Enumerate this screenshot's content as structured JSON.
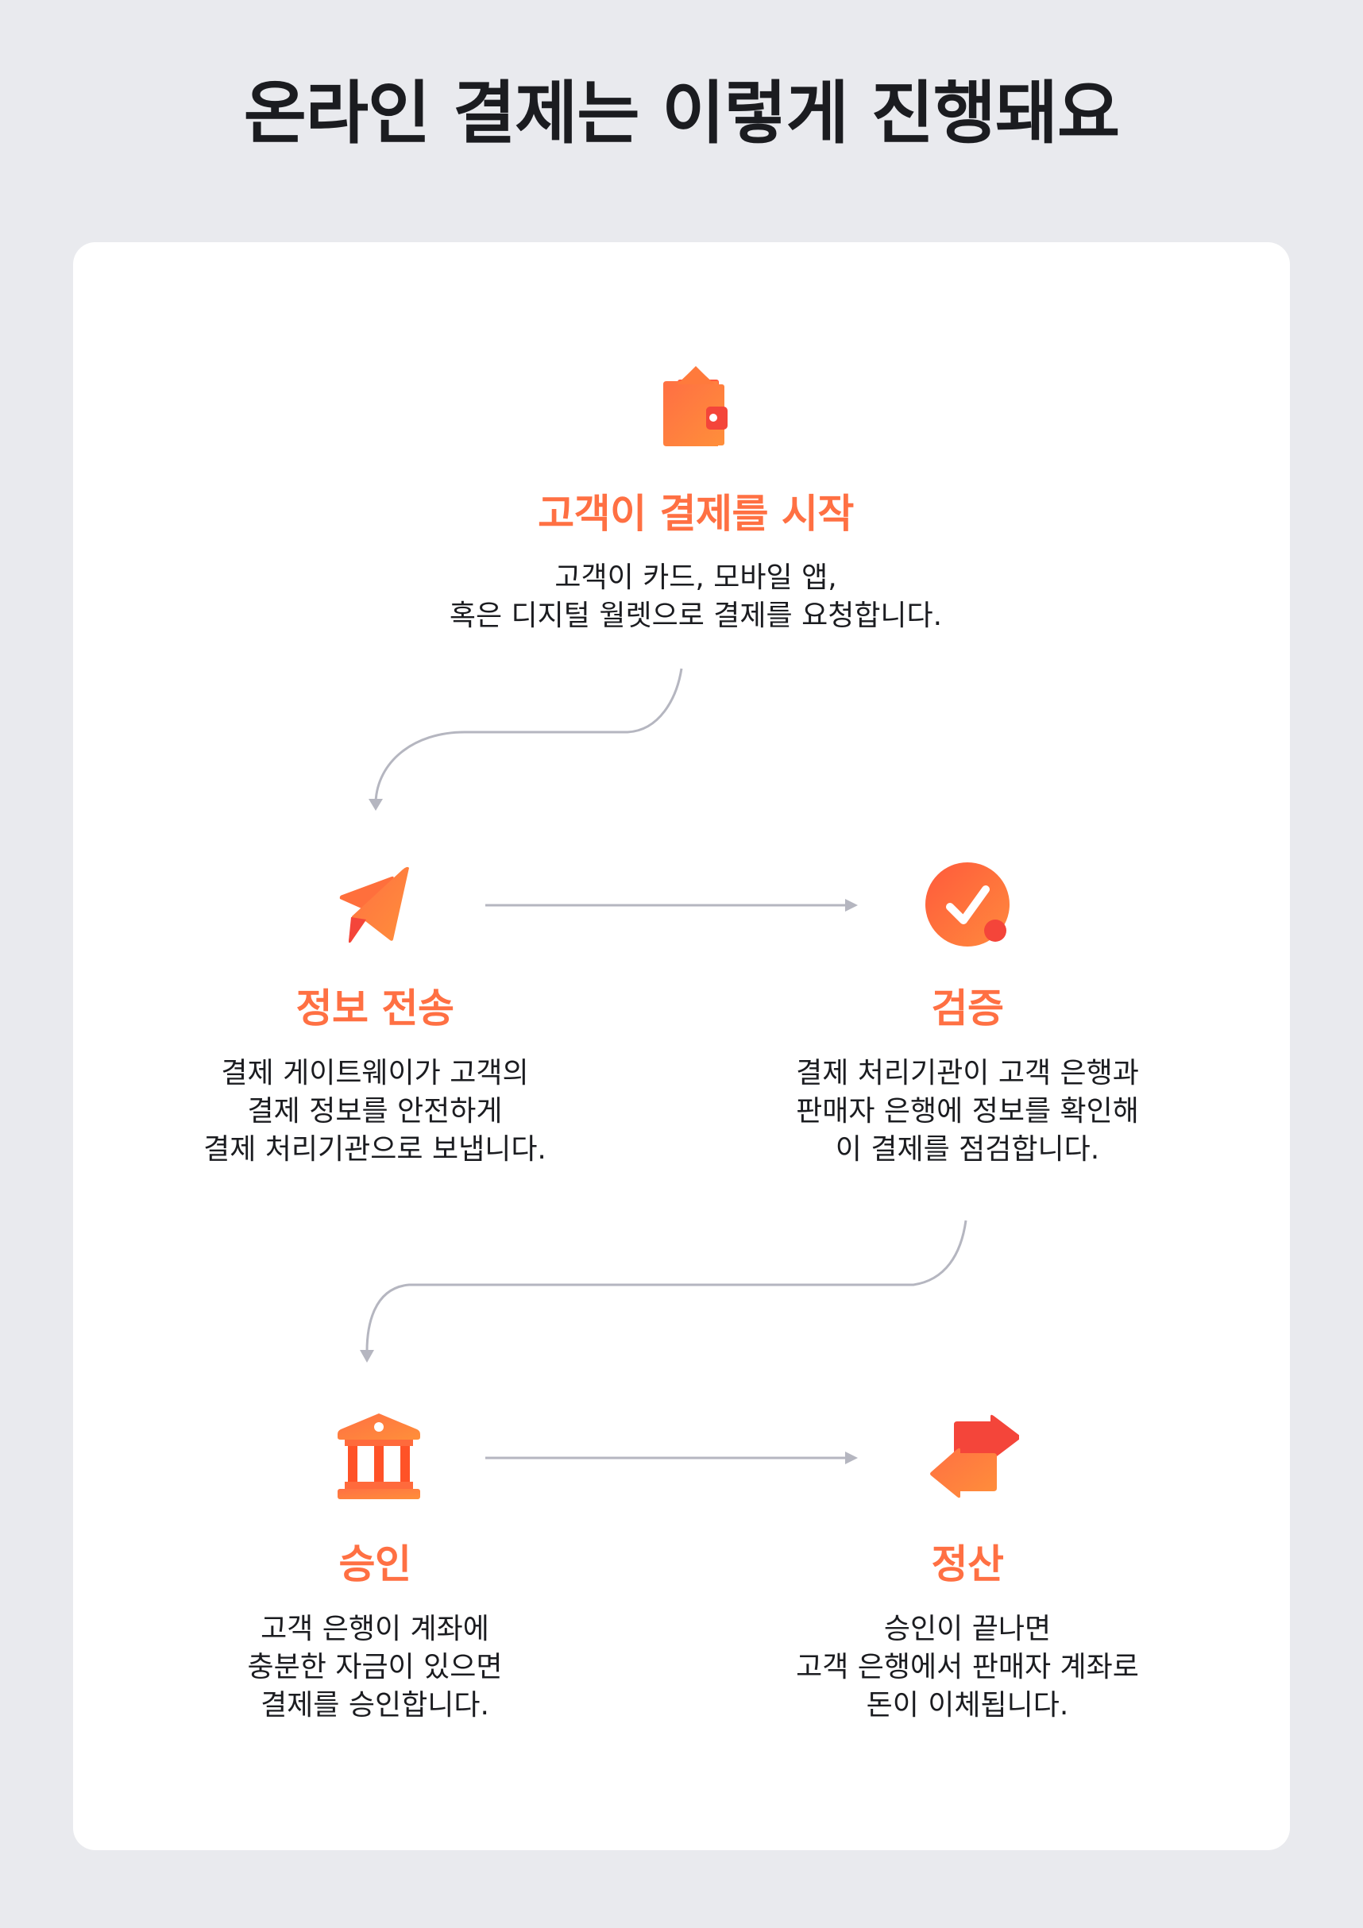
{
  "header": {
    "title": "온라인 결제는 이렇게 진행돼요"
  },
  "colors": {
    "page_background": "#e9eaee",
    "card_background": "#ffffff",
    "accent": "#ff7043",
    "accent_deep": "#f4453a",
    "text": "#1b1c20",
    "connector": "#b5b6c0"
  },
  "steps": [
    {
      "icon": "wallet-icon",
      "title": "고객이 결제를 시작",
      "description": "고객이 카드, 모바일 앱,\n혹은 디지털 월렛으로 결제를 요청합니다."
    },
    {
      "icon": "paper-plane-icon",
      "title": "정보 전송",
      "description": "결제 게이트웨이가 고객의\n결제 정보를 안전하게\n결제 처리기관으로 보냅니다."
    },
    {
      "icon": "check-circle-icon",
      "title": "검증",
      "description": "결제 처리기관이 고객 은행과\n판매자 은행에 정보를 확인해\n이 결제를 점검합니다."
    },
    {
      "icon": "bank-icon",
      "title": "승인",
      "description": "고객 은행이 계좌에\n충분한 자금이 있으면\n결제를 승인합니다."
    },
    {
      "icon": "transfer-arrows-icon",
      "title": "정산",
      "description": "승인이 끝나면\n고객 은행에서  판매자 계좌로\n돈이 이체됩니다."
    }
  ],
  "connectors": [
    {
      "from": "고객이 결제를 시작",
      "to": "정보 전송",
      "type": "curved-arrow"
    },
    {
      "from": "정보 전송",
      "to": "검증",
      "type": "straight-arrow"
    },
    {
      "from": "검증",
      "to": "승인",
      "type": "curved-arrow"
    },
    {
      "from": "승인",
      "to": "정산",
      "type": "straight-arrow"
    }
  ]
}
